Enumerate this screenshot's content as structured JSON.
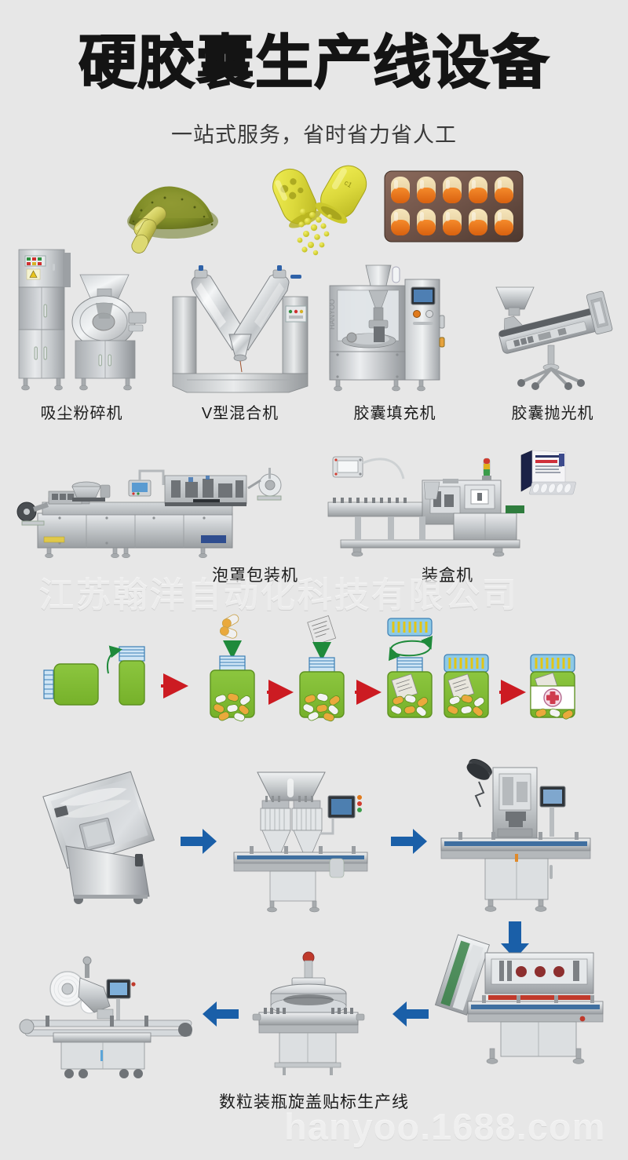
{
  "page": {
    "background_color": "#e7e7e7",
    "title": "硬胶囊生产线设备",
    "subtitle": "一站式服务，省时省力省人工"
  },
  "watermarks": {
    "company": "江苏翰洋自动化科技有限公司",
    "site": "hanyoo.1688.com"
  },
  "hero_products": [
    {
      "name": "herb-powder-with-capsules",
      "alt": "绿色药粉与胶囊"
    },
    {
      "name": "yellow-capsule-with-pellets",
      "alt": "黄色胶囊与微丸"
    },
    {
      "name": "blister-pack-capsules",
      "alt": "铝塑泡罩胶囊板"
    }
  ],
  "machine_row_1": [
    {
      "label": "吸尘粉碎机",
      "name": "dust-collecting-pulverizer"
    },
    {
      "label": "V型混合机",
      "name": "v-type-mixer"
    },
    {
      "label": "胶囊填充机",
      "name": "capsule-filling-machine"
    },
    {
      "label": "胶囊抛光机",
      "name": "capsule-polishing-machine"
    }
  ],
  "machine_row_2": [
    {
      "label": "泡罩包装机",
      "name": "blister-packing-machine"
    },
    {
      "label": "装盒机",
      "name": "cartoning-machine"
    }
  ],
  "flow_diagram": {
    "name": "bottle-filling-process-flow",
    "steps": [
      {
        "index": 1,
        "name": "empty-bottle-and-cap",
        "desc": "空瓶与瓶盖"
      },
      {
        "index": 2,
        "name": "capsule-counting-filling",
        "desc": "数粒装瓶"
      },
      {
        "index": 3,
        "name": "desiccant-insert",
        "desc": "放入干燥剂"
      },
      {
        "index": 4,
        "name": "cap-screwing",
        "desc": "旋盖"
      },
      {
        "index": 5,
        "name": "capped-bottle",
        "desc": "完成旋盖"
      },
      {
        "index": 6,
        "name": "labeled-bottle",
        "desc": "贴标成品"
      }
    ],
    "bottle_color": "#7cb82f",
    "arrow_color": "#cc1b22",
    "drop_arrow_color": "#1f8a3b",
    "cap_color": "#8ecae6"
  },
  "production_line": {
    "caption": "数粒装瓶旋盖贴标生产线",
    "arrow_color": "#1a5fa8",
    "stages": [
      {
        "index": 1,
        "name": "bottle-unscrambler",
        "desc": "理瓶机"
      },
      {
        "index": 2,
        "name": "capsule-counting-filler",
        "desc": "数粒机"
      },
      {
        "index": 3,
        "name": "desiccant-inserter",
        "desc": "干燥剂投放机"
      },
      {
        "index": 4,
        "name": "capping-machine",
        "desc": "旋盖机"
      },
      {
        "index": 5,
        "name": "aluminum-foil-sealer",
        "desc": "铝箔封口机"
      },
      {
        "index": 6,
        "name": "labeling-machine",
        "desc": "贴标机"
      }
    ]
  }
}
